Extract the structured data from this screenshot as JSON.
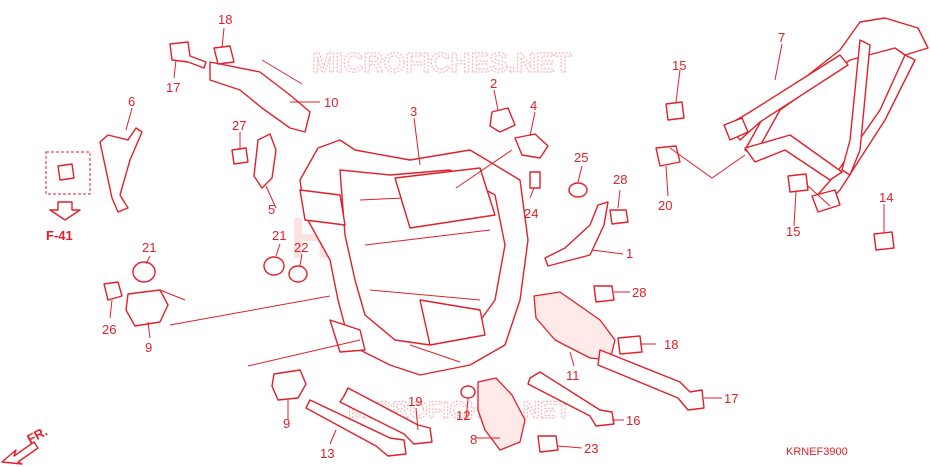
{
  "watermark": {
    "top": "MICROFICHES.NET",
    "bottom": "MICROFICHES.NET",
    "brand": "HONDA"
  },
  "reference": {
    "text": "F-41"
  },
  "direction": {
    "text": "FR."
  },
  "diagram_code": "KRNEF3900",
  "callouts": [
    "18",
    "17",
    "10",
    "6",
    "27",
    "3",
    "2",
    "4",
    "25",
    "24",
    "28",
    "1",
    "5",
    "21",
    "22",
    "21",
    "26",
    "9",
    "28",
    "18",
    "11",
    "17",
    "7",
    "15",
    "20",
    "15",
    "14",
    "9",
    "13",
    "19",
    "12",
    "8",
    "16",
    "23"
  ],
  "colors": {
    "ink": "#e0202a",
    "watermark": "#f4b7b9"
  }
}
